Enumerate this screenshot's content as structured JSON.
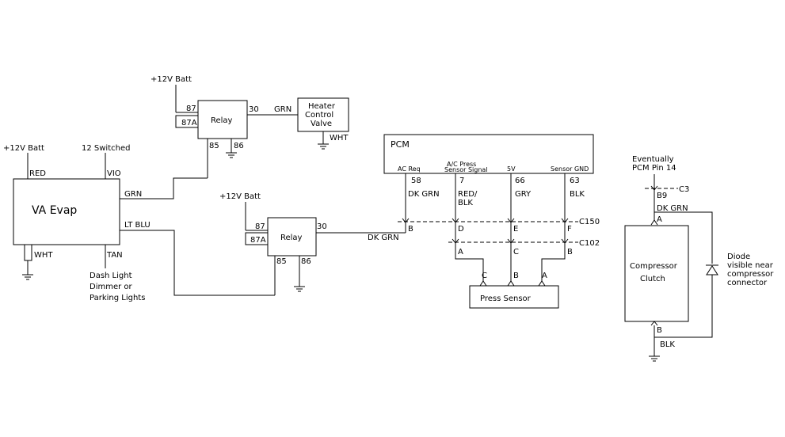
{
  "va_evap": {
    "title": "VA Evap",
    "batt": "+12V Batt",
    "red": "RED",
    "switched": "12 Switched",
    "vio": "VIO",
    "grn": "GRN",
    "lt_blu": "LT BLU",
    "wht": "WHT",
    "tan": "TAN",
    "dash_1": "Dash Light",
    "dash_2": "Dimmer or",
    "dash_3": "Parking Lights"
  },
  "relay1": {
    "title": "Relay",
    "batt": "+12V Batt",
    "p87": "87",
    "p87a": "87A",
    "p30": "30",
    "p85": "85",
    "p86": "86",
    "out_wire": "GRN"
  },
  "heater_valve": {
    "line1": "Heater",
    "line2": "Control",
    "line3": "Valve",
    "wht": "WHT"
  },
  "relay2": {
    "title": "Relay",
    "batt": "+12V Batt",
    "p87": "87",
    "p87a": "87A",
    "p30": "30",
    "p85": "85",
    "p86": "86",
    "out_wire": "DK GRN"
  },
  "pcm": {
    "title": "PCM",
    "ac_req": "AC Req",
    "ac_press_1": "A/C Press",
    "ac_press_2": "Sensor Signal",
    "five_v": "5V",
    "sensor_gnd": "Sensor GND",
    "pin58": "58",
    "pin7": "7",
    "pin66": "66",
    "pin63": "63",
    "w58": "DK GRN",
    "w7a": "RED/",
    "w7b": "BLK",
    "w66": "GRY",
    "w63": "BLK"
  },
  "connectors": {
    "c150": "C150",
    "c102": "C102",
    "c150_b": "B",
    "c150_d": "D",
    "c150_e": "E",
    "c150_f": "F",
    "c102_a": "A",
    "c102_c": "C",
    "c102_b": "B"
  },
  "press_sensor": {
    "title": "Press Sensor",
    "pin_c": "C",
    "pin_b": "B",
    "pin_a": "A"
  },
  "compressor": {
    "eventually_1": "Eventually",
    "eventually_2": "PCM Pin 14",
    "c3": "C3",
    "b9": "B9",
    "dk_grn": "DK GRN",
    "pin_a": "A",
    "line1": "Compressor",
    "line2": "Clutch",
    "pin_b": "B",
    "blk": "BLK",
    "diode_1": "Diode",
    "diode_2": "visible near",
    "diode_3": "compressor",
    "diode_4": "connector"
  }
}
